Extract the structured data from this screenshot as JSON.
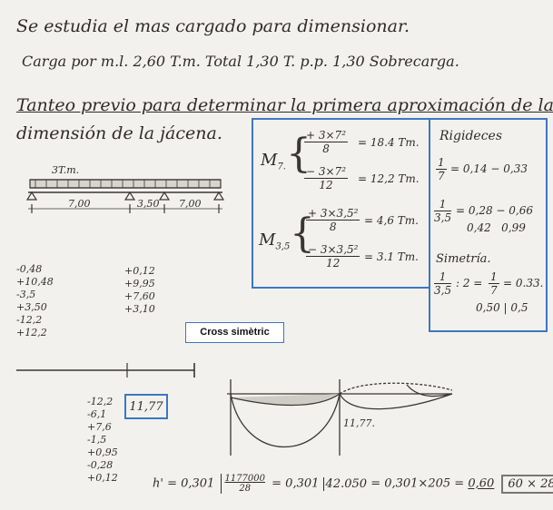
{
  "notes": {
    "line1": "Se estudia el mas cargado para dimensionar.",
    "line2": "Carga por m.l. 2,60 T.m. Total 1,30 T. p.p. 1,30 Sobrecarga.",
    "line3": "Tanteo previo para determinar la primera aproximación de la",
    "line4": "dimensión de la jácena."
  },
  "beam_sketch": {
    "load": "3T.m.",
    "span_a": "7,00",
    "span_b": "3,50",
    "span_c": "7,00"
  },
  "cross_columns": {
    "left": "-0,48\n+10,48\n-3,5\n+3,50\n-12,2\n+12,2",
    "middle": "+0,12\n+9,95\n+7,60\n+3,10",
    "lower": "-12,2\n-6,1\n+7,6\n-1,5\n+0,95\n-0,28\n+0,12",
    "result": "11,77"
  },
  "moments_panel": {
    "m7_label": "M",
    "m7_sub": "7.",
    "m7_pos_num": "+ 3×7²",
    "m7_pos_den": "8",
    "m7_pos_val": "= 18.4 Tm.",
    "m7_neg_num": "− 3×7²",
    "m7_neg_den": "12",
    "m7_neg_val": "= 12,2 Tm.",
    "m35_label": "M",
    "m35_sub": "3,5",
    "m35_pos_num": "+ 3×3,5²",
    "m35_pos_den": "8",
    "m35_pos_val": "= 4,6 Tm.",
    "m35_neg_num": "− 3×3,5²",
    "m35_neg_den": "12",
    "m35_neg_val": "= 3.1 Tm."
  },
  "stiffness_panel": {
    "title": "Rigideces",
    "r1_num": "1",
    "r1_den": "7",
    "r1_val": "= 0,14 − 0,33",
    "r2_num": "1",
    "r2_den": "3,5",
    "r2_val": "= 0,28 − 0,66",
    "sum_row": "0,42   0,99",
    "sim_title": "Simetría.",
    "sim_num": "1",
    "sim_den": "3,5",
    "sim_mid": ": 2 =",
    "sim_num2": "1",
    "sim_den2": "7",
    "sim_val": "= 0.33.",
    "sim_row": "0,50 | 0,5"
  },
  "diagram": {
    "mark": "11,77."
  },
  "label": {
    "cross": "Cross simètric"
  },
  "formula": {
    "h_prefix": "h' = 0,301",
    "frac1_num": "1177000",
    "frac1_den": "28",
    "mid": "= 0,301",
    "root2": "42.050",
    "tail": "= 0,301×205 =",
    "result": "0,60",
    "section": "60 × 28"
  }
}
